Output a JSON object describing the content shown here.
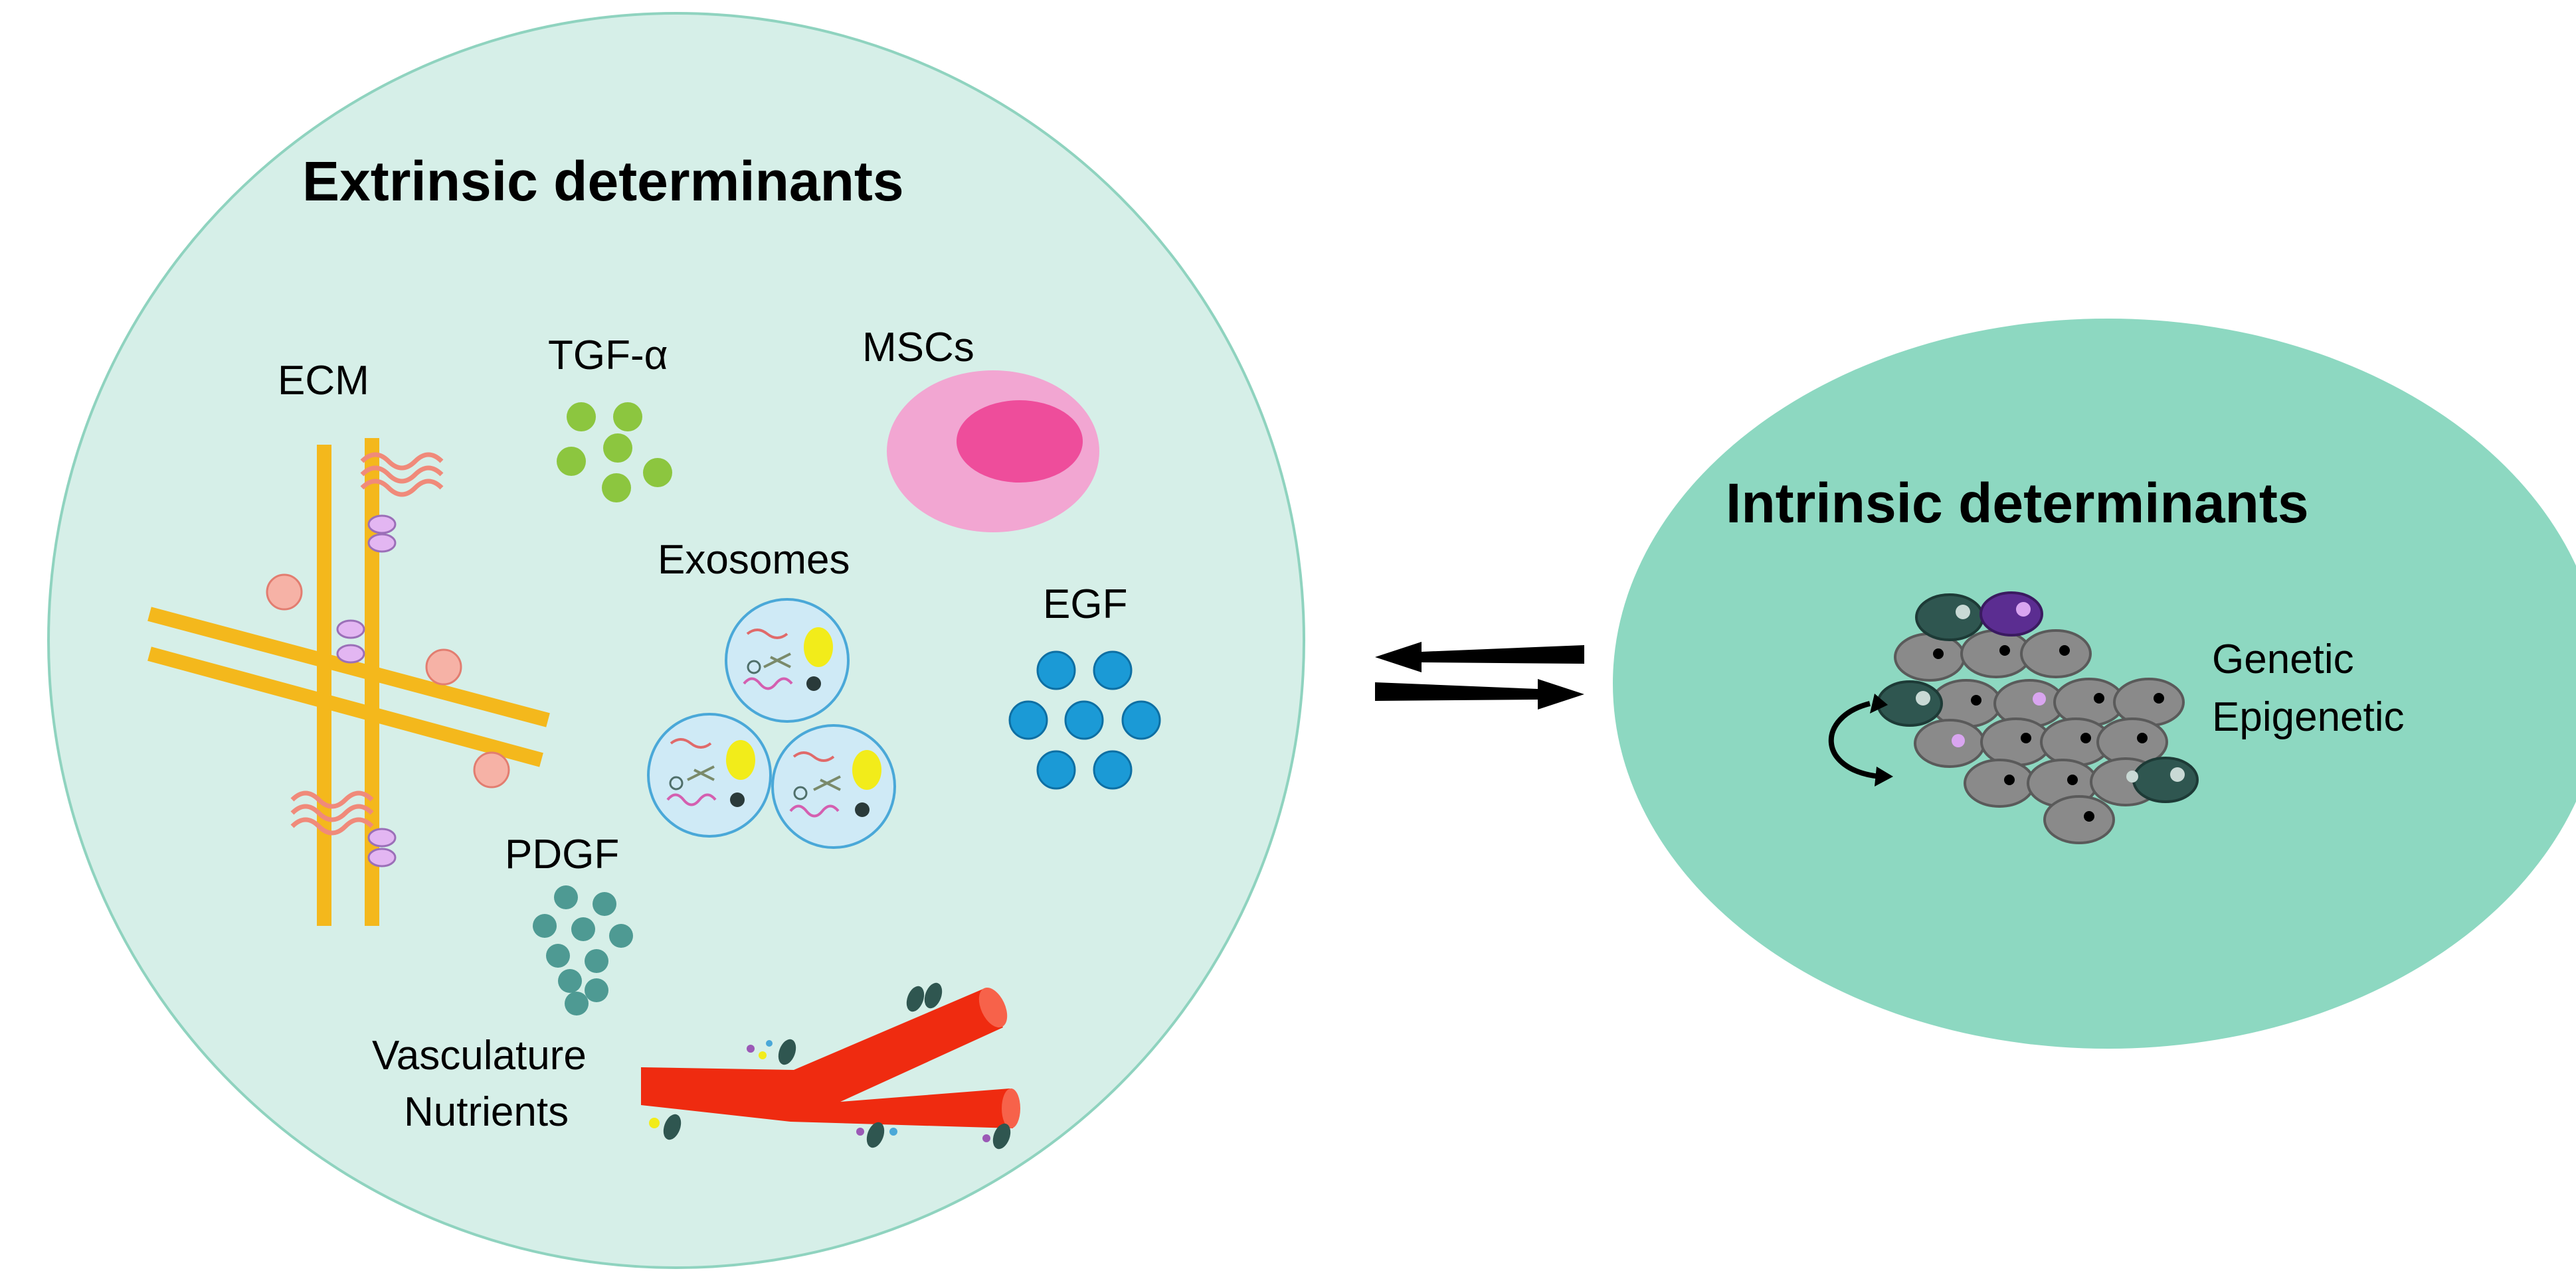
{
  "extrinsic": {
    "title": "Extrinsic determinants",
    "labels": {
      "ecm": "ECM",
      "tgf": "TGF-α",
      "mscs": "MSCs",
      "exosomes": "Exosomes",
      "egf": "EGF",
      "pdgf": "PDGF",
      "vasculature": "Vasculature",
      "nutrients": "Nutrients"
    }
  },
  "intrinsic": {
    "title": "Intrinsic determinants",
    "labels": {
      "genetic": "Genetic",
      "epigenetic": "Epigenetic"
    }
  },
  "colors": {
    "extrinsic_fill": "#d6efe8",
    "extrinsic_stroke": "#8fd3bf",
    "intrinsic_fill": "#8dd8c1",
    "ecm_fiber": "#f4b81c",
    "tgf": "#8cc63f",
    "egf": "#1b9ad6",
    "pdgf": "#4e9a93",
    "msc_outer": "#f2a6d2",
    "msc_nucleus": "#ee4d9b",
    "vessel": "#ef2b10",
    "cell_grey": "#8a8a8a",
    "stem_cell": "#2f5650",
    "purple_cell": "#5b2d91"
  },
  "icons": [
    "ecm-fibers",
    "tgf-alpha-molecules",
    "msc-cell",
    "exosome-vesicles",
    "egf-molecules",
    "pdgf-molecules",
    "blood-vessel",
    "tumor-cell-cluster",
    "equilibrium-arrows",
    "cycle-arrow"
  ]
}
